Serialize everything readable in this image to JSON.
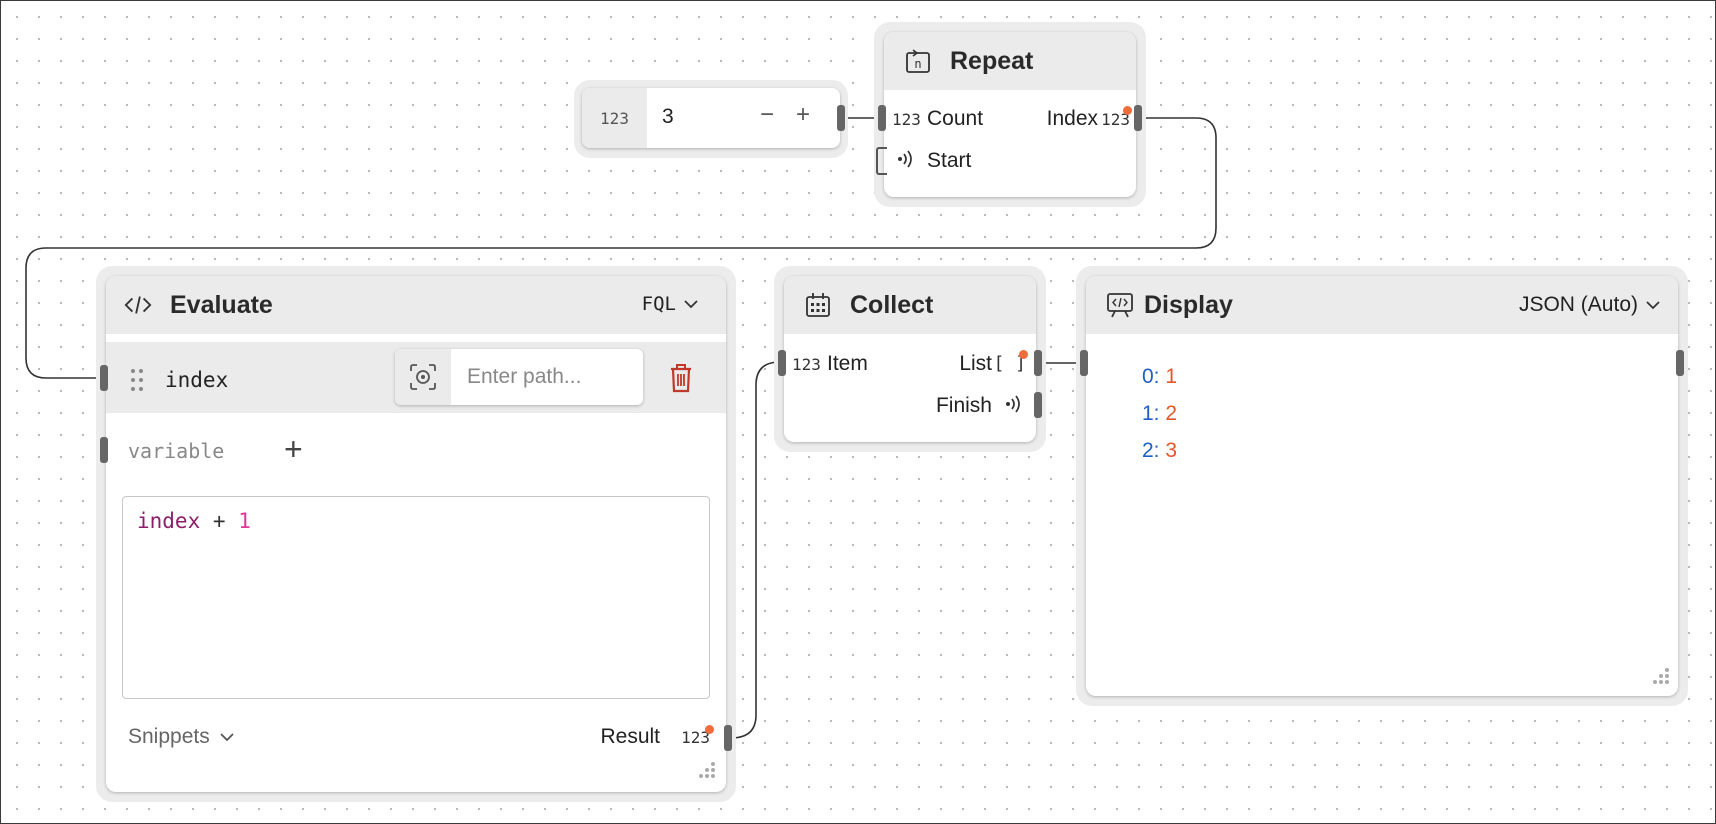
{
  "number_node": {
    "type_label": "123",
    "value": "3",
    "minus": "−",
    "plus": "+"
  },
  "repeat": {
    "title": "Repeat",
    "inputs": {
      "count_type": "123",
      "count_label": "Count",
      "start_label": "Start"
    },
    "outputs": {
      "index_label": "Index",
      "index_type": "123"
    }
  },
  "evaluate": {
    "title": "Evaluate",
    "language": "FQL",
    "variable_row": {
      "name": "index",
      "path_placeholder": "Enter path..."
    },
    "add_variable": {
      "placeholder": "variable",
      "add_label": "+"
    },
    "code": {
      "identifier": "index",
      "operator": "+",
      "literal": "1"
    },
    "snippets_label": "Snippets",
    "result_label": "Result",
    "result_type": "123"
  },
  "collect": {
    "title": "Collect",
    "item_type": "123",
    "item_label": "Item",
    "list_label": "List",
    "list_type": "[ ]",
    "finish_label": "Finish"
  },
  "display": {
    "title": "Display",
    "format": "JSON (Auto)",
    "entries": [
      {
        "key": "0:",
        "value": "1"
      },
      {
        "key": "1:",
        "value": "2"
      },
      {
        "key": "2:",
        "value": "3"
      }
    ]
  },
  "colors": {
    "accent_dot": "#f26b3a",
    "json_key": "#1f5fc7",
    "json_value": "#e0572b",
    "code_identifier": "#8c1f6a",
    "code_literal": "#e0359a",
    "delete_icon": "#c0392b"
  },
  "icons": [
    "repeat-icon",
    "code-icon",
    "collect-icon",
    "display-icon",
    "signal-icon",
    "drag-handle-icon",
    "target-icon",
    "trash-icon",
    "chevron-down-icon",
    "plus-icon",
    "resize-handle-icon"
  ]
}
